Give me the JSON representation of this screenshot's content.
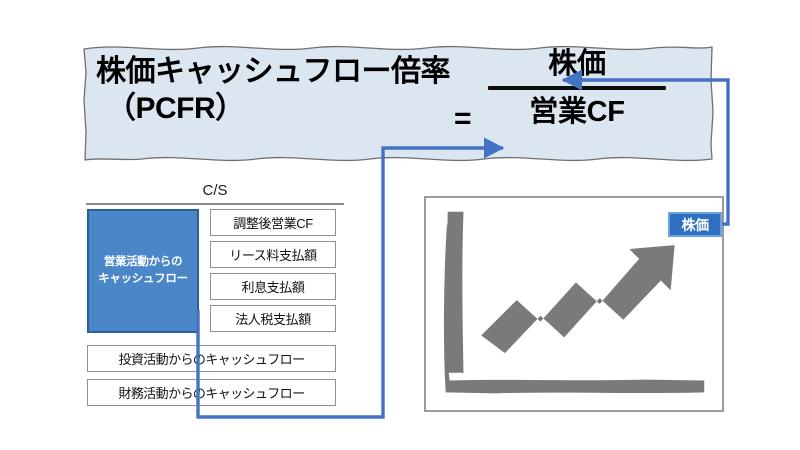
{
  "title_block": {
    "name_line1": "株価キャッシュフロー倍率",
    "name_line2": "（PCFR）",
    "equals": "=",
    "numerator": "株価",
    "denominator": "営業CF"
  },
  "cs_block": {
    "heading": "C/S",
    "main_box": "営業活動からの\nキャッシュフロー",
    "sub_items": [
      "調整後営業CF",
      "リース料支払額",
      "利息支払額",
      "法人税支払額"
    ],
    "other_rows": [
      "投資活動からのキャッシュフロー",
      "財務活動からのキャッシュフロー"
    ]
  },
  "chart": {
    "badge_label": "株価",
    "trend": "rising-zigzag-arrow"
  },
  "colors": {
    "panel_fill": "#dce6f1",
    "panel_stroke": "#6f6f6f",
    "accent_blue": "#4472c4",
    "main_box_fill": "#4a86c8",
    "main_box_stroke": "#2a5f9e",
    "badge_fill": "#2f6fc0",
    "badge_stroke": "#6ba3e0",
    "box_stroke": "#909090",
    "chart_gray": "#7a7a7a",
    "rule_gray": "#8c8c8c"
  }
}
